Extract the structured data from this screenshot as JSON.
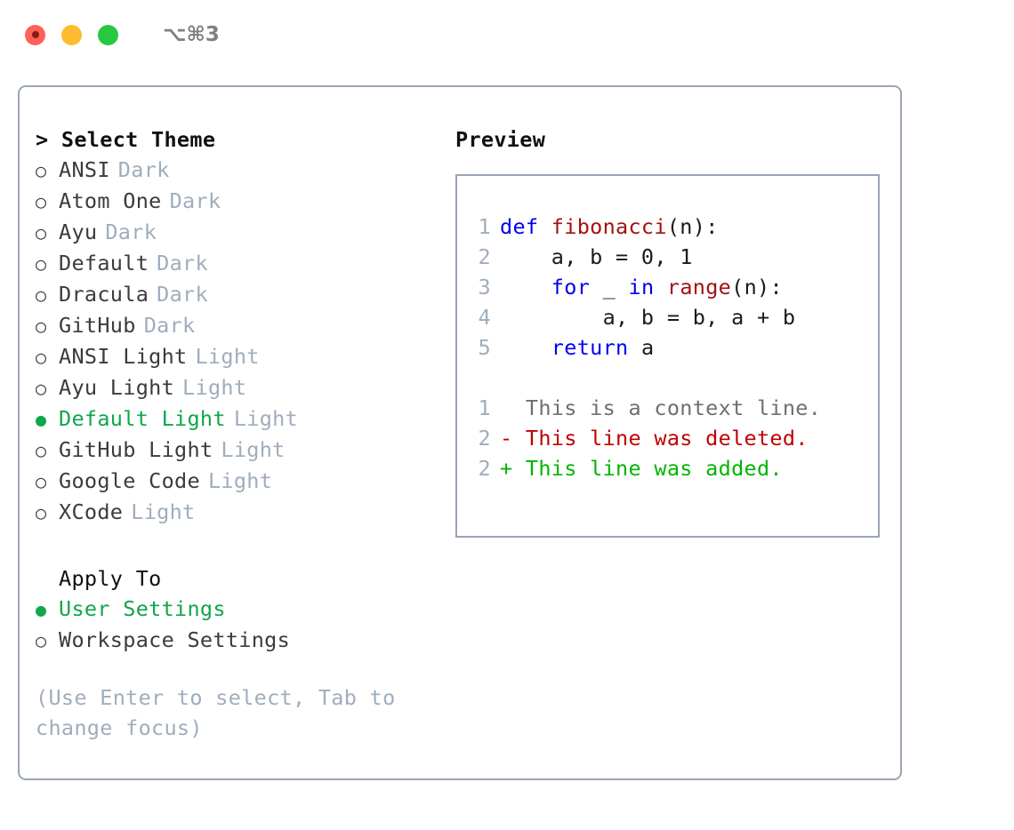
{
  "titlebar": {
    "shortcut": "⌥⌘3",
    "lights": [
      "close-red",
      "minimize-yellow",
      "maximize-green"
    ]
  },
  "theme_picker": {
    "heading": "> Select Theme",
    "items": [
      {
        "marker": "○",
        "label": "ANSI",
        "suffix": "Dark",
        "selected": false
      },
      {
        "marker": "○",
        "label": "Atom One",
        "suffix": "Dark",
        "selected": false
      },
      {
        "marker": "○",
        "label": "Ayu",
        "suffix": "Dark",
        "selected": false
      },
      {
        "marker": "○",
        "label": "Default",
        "suffix": "Dark",
        "selected": false
      },
      {
        "marker": "○",
        "label": "Dracula",
        "suffix": "Dark",
        "selected": false
      },
      {
        "marker": "○",
        "label": "GitHub",
        "suffix": "Dark",
        "selected": false
      },
      {
        "marker": "○",
        "label": "ANSI Light",
        "suffix": "Light",
        "selected": false
      },
      {
        "marker": "○",
        "label": "Ayu Light",
        "suffix": "Light",
        "selected": false
      },
      {
        "marker": "●",
        "label": "Default Light",
        "suffix": "Light",
        "selected": true
      },
      {
        "marker": "○",
        "label": "GitHub Light",
        "suffix": "Light",
        "selected": false
      },
      {
        "marker": "○",
        "label": "Google Code",
        "suffix": "Light",
        "selected": false
      },
      {
        "marker": "○",
        "label": "XCode",
        "suffix": "Light",
        "selected": false
      }
    ]
  },
  "apply_to": {
    "heading": "Apply To",
    "items": [
      {
        "marker": "●",
        "label": "User Settings",
        "selected": true
      },
      {
        "marker": "○",
        "label": "Workspace Settings",
        "selected": false
      }
    ]
  },
  "hint": "(Use Enter to select, Tab to change focus)",
  "preview": {
    "title": "Preview",
    "code_lines": [
      {
        "no": "1",
        "tokens": [
          {
            "t": "def ",
            "c": "kw"
          },
          {
            "t": "fibonacci",
            "c": "fn"
          },
          {
            "t": "(n):",
            "c": "plain"
          }
        ]
      },
      {
        "no": "2",
        "tokens": [
          {
            "t": "    a, b = 0, 1",
            "c": "plain"
          }
        ]
      },
      {
        "no": "3",
        "tokens": [
          {
            "t": "    ",
            "c": "plain"
          },
          {
            "t": "for",
            "c": "kw"
          },
          {
            "t": " _ ",
            "c": "plain"
          },
          {
            "t": "in",
            "c": "kw"
          },
          {
            "t": " ",
            "c": "plain"
          },
          {
            "t": "range",
            "c": "fn"
          },
          {
            "t": "(n):",
            "c": "plain"
          }
        ]
      },
      {
        "no": "4",
        "tokens": [
          {
            "t": "        a, b = b, a + b",
            "c": "plain"
          }
        ]
      },
      {
        "no": "5",
        "tokens": [
          {
            "t": "    ",
            "c": "plain"
          },
          {
            "t": "return",
            "c": "kw"
          },
          {
            "t": " a",
            "c": "plain"
          }
        ]
      }
    ],
    "diff_lines": [
      {
        "no": "1",
        "text": "  This is a context line.",
        "kind": "ctx"
      },
      {
        "no": "2",
        "text": "- This line was deleted.",
        "kind": "del"
      },
      {
        "no": "2",
        "text": "+ This line was added.",
        "kind": "add"
      }
    ]
  },
  "colors": {
    "accent_green": "#10A64A",
    "muted": "#9fadbd",
    "border": "#9aa5b4",
    "keyword_blue": "#0000f0",
    "function_red": "#a31010",
    "diff_deleted": "#c00000",
    "diff_added": "#00b400"
  }
}
